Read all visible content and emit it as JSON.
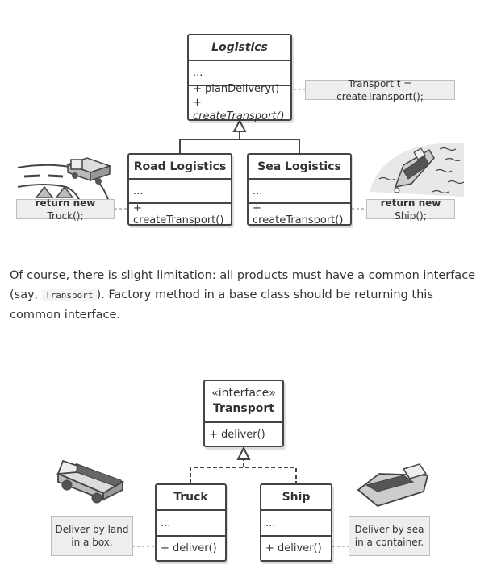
{
  "top_diagram": {
    "logistics": {
      "title": "Logistics",
      "fields": "...",
      "method_plan": "+ planDelivery()",
      "method_create": "+ createTransport()"
    },
    "note_transport": "Transport t = createTransport();",
    "road": {
      "title": "Road Logistics",
      "fields": "...",
      "method": "+ createTransport()"
    },
    "sea": {
      "title": "Sea Logistics",
      "fields": "...",
      "method": "+ createTransport()"
    },
    "note_truck": {
      "keyword": "return new",
      "value": "Truck();"
    },
    "note_ship": {
      "keyword": "return new",
      "value": "Ship();"
    }
  },
  "paragraph": {
    "before": "Of course, there is slight limitation: all products must have a common interface (say,",
    "code": "Transport",
    "after": "). Factory method in a base class should be returning this common interface."
  },
  "bottom_diagram": {
    "transport": {
      "stereotype": "«interface»",
      "title": "Transport",
      "method": "+ deliver()"
    },
    "truck": {
      "title": "Truck",
      "fields": "...",
      "method": "+ deliver()"
    },
    "ship": {
      "title": "Ship",
      "fields": "...",
      "method": "+ deliver()"
    },
    "note_truck": [
      "Deliver by land",
      "in a box."
    ],
    "note_ship": [
      "Deliver by sea",
      "in a container."
    ]
  },
  "colors": {
    "line": "#444444",
    "note_bg": "#eeeeee",
    "note_border": "#bdbdbd",
    "text": "#333333"
  }
}
